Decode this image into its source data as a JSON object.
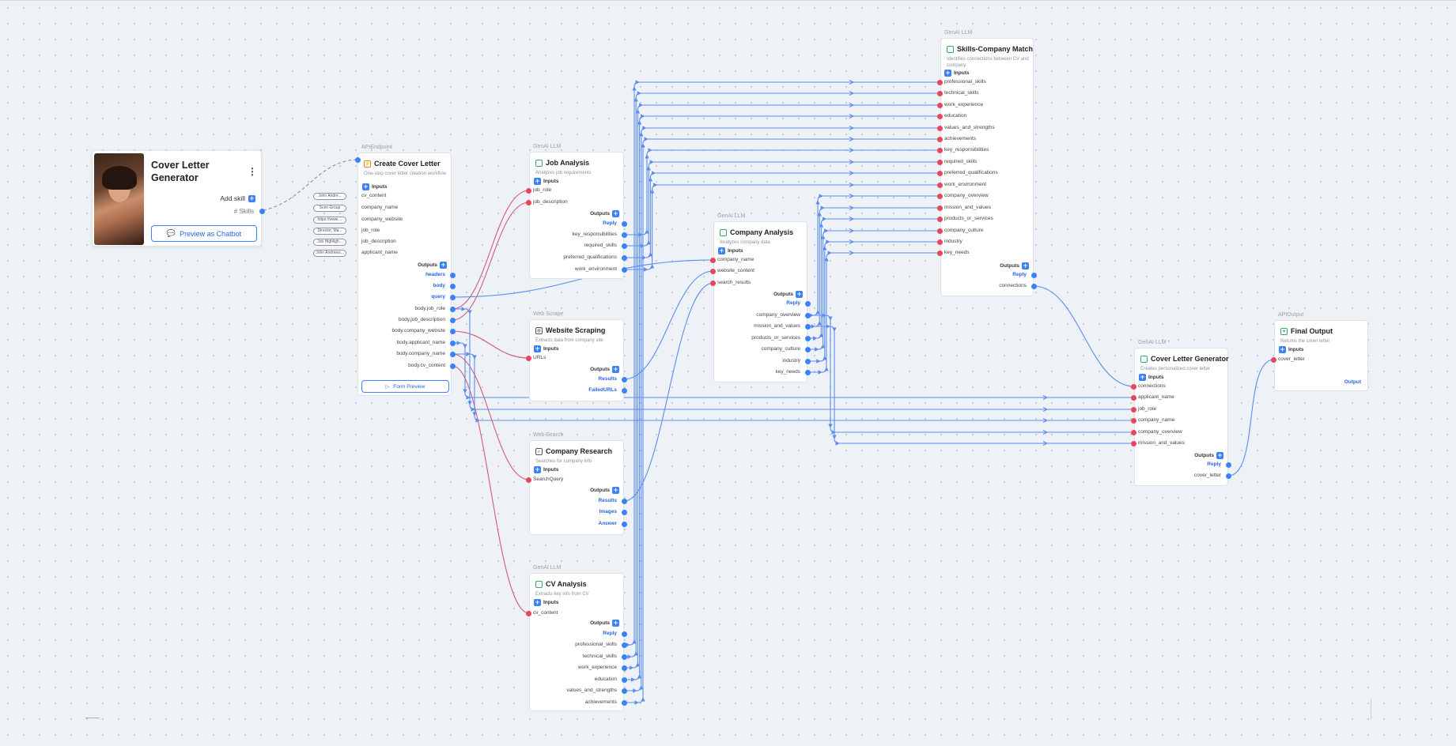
{
  "agent": {
    "title_line1": "Cover Letter",
    "title_line2": "Generator",
    "add_skill_label": "Add skill",
    "skills_label": "# Skills",
    "preview_chatbot_label": "Preview as Chatbot"
  },
  "labels": {
    "inputs": "Inputs",
    "outputs": "Outputs",
    "plus": "+"
  },
  "create_node": {
    "type": "APIEndpoint",
    "title": "Create Cover Letter",
    "desc": "One-stop cover letter creation workflow",
    "inputs": [
      "cv_content",
      "company_name",
      "company_website",
      "job_role",
      "job_description",
      "applicant_name"
    ],
    "pills": [
      "John Andre...",
      "Scen Group",
      "https://www....",
      "Director, Ma...",
      "Job Highligh...",
      "John Andrews..."
    ],
    "outputs": [
      "headers",
      "body",
      "query",
      "body.job_role",
      "body.job_description",
      "body.company_website",
      "body.applicant_name",
      "body.company_name",
      "body.cv_content"
    ],
    "form_preview": "Form Preview"
  },
  "job_node": {
    "type": "GenAI LLM",
    "title": "Job Analysis",
    "desc": "Analyzes job requirements",
    "inputs": [
      "job_role",
      "job_description"
    ],
    "outputs": [
      "Reply",
      "key_responsibilities",
      "required_skills",
      "preferred_qualifications",
      "work_environment"
    ]
  },
  "scrape_node": {
    "type": "Web Scrape",
    "title": "Website Scraping",
    "desc": "Extracts data from company site",
    "inputs": [
      "URLs"
    ],
    "outputs": [
      "Results",
      "FailedURLs"
    ]
  },
  "search_node": {
    "type": "Web Search",
    "title": "Company Research",
    "desc": "Searches for company info",
    "inputs": [
      "SearchQuery"
    ],
    "outputs": [
      "Results",
      "Images",
      "Answer"
    ]
  },
  "cv_node": {
    "type": "GenAI LLM",
    "title": "CV Analysis",
    "desc": "Extracts key info from CV",
    "inputs": [
      "cv_content"
    ],
    "outputs": [
      "Reply",
      "professional_skills",
      "technical_skills",
      "work_experience",
      "education",
      "values_and_strengths",
      "achievements"
    ]
  },
  "company_node": {
    "type": "GenAI LLM",
    "title": "Company Analysis",
    "desc": "Analyzes company data",
    "inputs": [
      "company_name",
      "website_content",
      "search_results"
    ],
    "outputs": [
      "Reply",
      "company_overview",
      "mission_and_values",
      "products_or_services",
      "company_culture",
      "industry",
      "key_needs"
    ]
  },
  "match_node": {
    "type": "GenAI LLM",
    "title": "Skills-Company Match",
    "desc": "Identifies connections between CV and company",
    "inputs": [
      "professional_skills",
      "technical_skills",
      "work_experience",
      "education",
      "values_and_strengths",
      "achievements",
      "key_responsibilities",
      "required_skills",
      "preferred_qualifications",
      "work_environment",
      "company_overview",
      "mission_and_values",
      "products_or_services",
      "company_culture",
      "industry",
      "key_needs"
    ],
    "outputs": [
      "Reply",
      "connections"
    ]
  },
  "letter_node": {
    "type": "GenAI LLM *",
    "title": "Cover Letter Generator",
    "desc": "Creates personalized cover letter",
    "inputs": [
      "connections",
      "applicant_name",
      "job_role",
      "company_name",
      "company_overview",
      "mission_and_values"
    ],
    "outputs": [
      "Reply",
      "cover_letter"
    ]
  },
  "final_node": {
    "type": "APIOutput",
    "title": "Final Output",
    "desc": "Returns the cover letter",
    "inputs": [
      "cover_letter"
    ],
    "outputs": [
      "Output"
    ]
  },
  "colors": {
    "input_port": "#e5485d",
    "output_port": "#3b82f6",
    "wire_blue": "#5b8def",
    "wire_pink": "#d35a78",
    "accent": "#3b82f6"
  }
}
